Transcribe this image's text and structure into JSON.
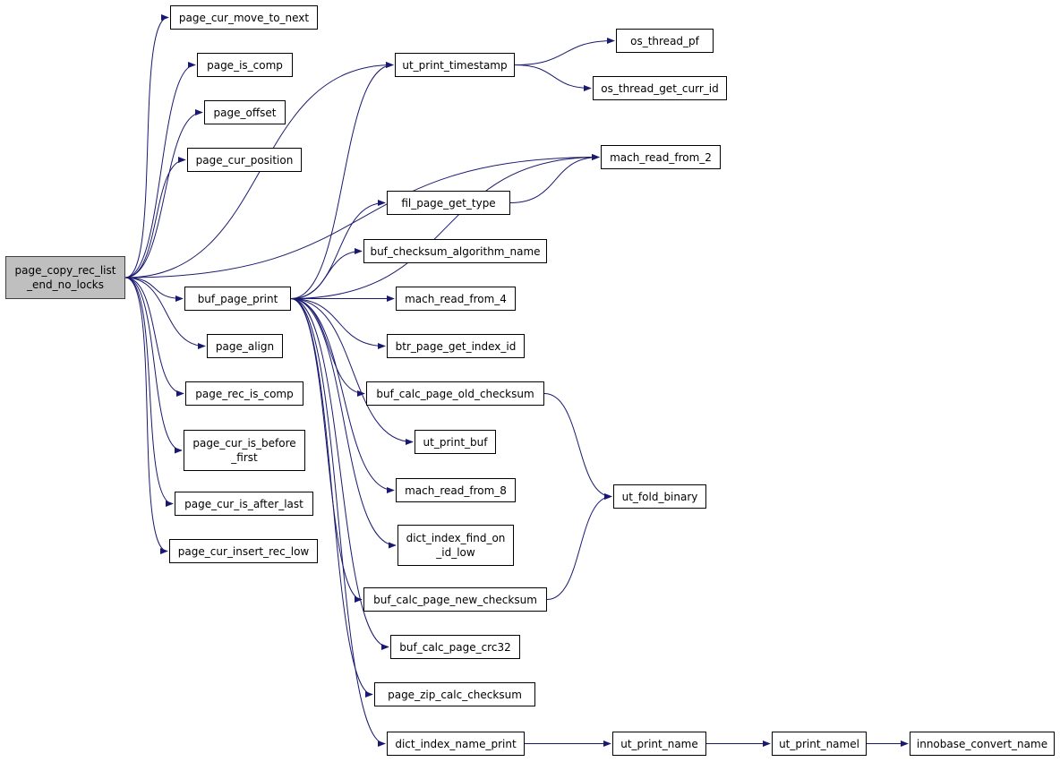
{
  "graph": {
    "edge_color": "#191970",
    "root_fill": "#bfbfbf",
    "nodes": [
      {
        "id": "root",
        "lines": [
          "page_copy_rec_list",
          "_end_no_locks"
        ]
      },
      {
        "id": "n1",
        "lines": [
          "page_cur_move_to_next"
        ]
      },
      {
        "id": "n2",
        "lines": [
          "page_is_comp"
        ]
      },
      {
        "id": "n3",
        "lines": [
          "page_offset"
        ]
      },
      {
        "id": "n4",
        "lines": [
          "page_cur_position"
        ]
      },
      {
        "id": "n5",
        "lines": [
          "buf_page_print"
        ]
      },
      {
        "id": "n6",
        "lines": [
          "page_align"
        ]
      },
      {
        "id": "n7",
        "lines": [
          "page_rec_is_comp"
        ]
      },
      {
        "id": "n8",
        "lines": [
          "page_cur_is_before",
          "_first"
        ]
      },
      {
        "id": "n9",
        "lines": [
          "page_cur_is_after_last"
        ]
      },
      {
        "id": "n10",
        "lines": [
          "page_cur_insert_rec_low"
        ]
      },
      {
        "id": "n11",
        "lines": [
          "ut_print_timestamp"
        ]
      },
      {
        "id": "n12",
        "lines": [
          "mach_read_from_2"
        ]
      },
      {
        "id": "n13",
        "lines": [
          "fil_page_get_type"
        ]
      },
      {
        "id": "n14",
        "lines": [
          "buf_checksum_algorithm_name"
        ]
      },
      {
        "id": "n15",
        "lines": [
          "mach_read_from_4"
        ]
      },
      {
        "id": "n16",
        "lines": [
          "btr_page_get_index_id"
        ]
      },
      {
        "id": "n17",
        "lines": [
          "buf_calc_page_old_checksum"
        ]
      },
      {
        "id": "n18",
        "lines": [
          "ut_print_buf"
        ]
      },
      {
        "id": "n19",
        "lines": [
          "mach_read_from_8"
        ]
      },
      {
        "id": "n20",
        "lines": [
          "dict_index_find_on",
          "_id_low"
        ]
      },
      {
        "id": "n21",
        "lines": [
          "buf_calc_page_new_checksum"
        ]
      },
      {
        "id": "n22",
        "lines": [
          "buf_calc_page_crc32"
        ]
      },
      {
        "id": "n23",
        "lines": [
          "page_zip_calc_checksum"
        ]
      },
      {
        "id": "n24",
        "lines": [
          "dict_index_name_print"
        ]
      },
      {
        "id": "n25",
        "lines": [
          "os_thread_pf"
        ]
      },
      {
        "id": "n26",
        "lines": [
          "os_thread_get_curr_id"
        ]
      },
      {
        "id": "n27",
        "lines": [
          "ut_fold_binary"
        ]
      },
      {
        "id": "n28",
        "lines": [
          "ut_print_name"
        ]
      },
      {
        "id": "n29",
        "lines": [
          "ut_print_namel"
        ]
      },
      {
        "id": "n30",
        "lines": [
          "innobase_convert_name"
        ]
      }
    ],
    "edges": [
      [
        "root",
        "n1"
      ],
      [
        "root",
        "n2"
      ],
      [
        "root",
        "n3"
      ],
      [
        "root",
        "n4"
      ],
      [
        "root",
        "n11"
      ],
      [
        "root",
        "n12"
      ],
      [
        "root",
        "n5"
      ],
      [
        "root",
        "n6"
      ],
      [
        "root",
        "n7"
      ],
      [
        "root",
        "n8"
      ],
      [
        "root",
        "n9"
      ],
      [
        "root",
        "n10"
      ],
      [
        "n5",
        "n11"
      ],
      [
        "n5",
        "n12"
      ],
      [
        "n5",
        "n13"
      ],
      [
        "n5",
        "n14"
      ],
      [
        "n5",
        "n15"
      ],
      [
        "n5",
        "n16"
      ],
      [
        "n5",
        "n17"
      ],
      [
        "n5",
        "n18"
      ],
      [
        "n5",
        "n19"
      ],
      [
        "n5",
        "n20"
      ],
      [
        "n5",
        "n21"
      ],
      [
        "n5",
        "n22"
      ],
      [
        "n5",
        "n23"
      ],
      [
        "n5",
        "n24"
      ],
      [
        "n11",
        "n25"
      ],
      [
        "n11",
        "n26"
      ],
      [
        "n13",
        "n12"
      ],
      [
        "n17",
        "n27"
      ],
      [
        "n21",
        "n27"
      ],
      [
        "n24",
        "n28"
      ],
      [
        "n28",
        "n29"
      ],
      [
        "n29",
        "n30"
      ]
    ]
  }
}
